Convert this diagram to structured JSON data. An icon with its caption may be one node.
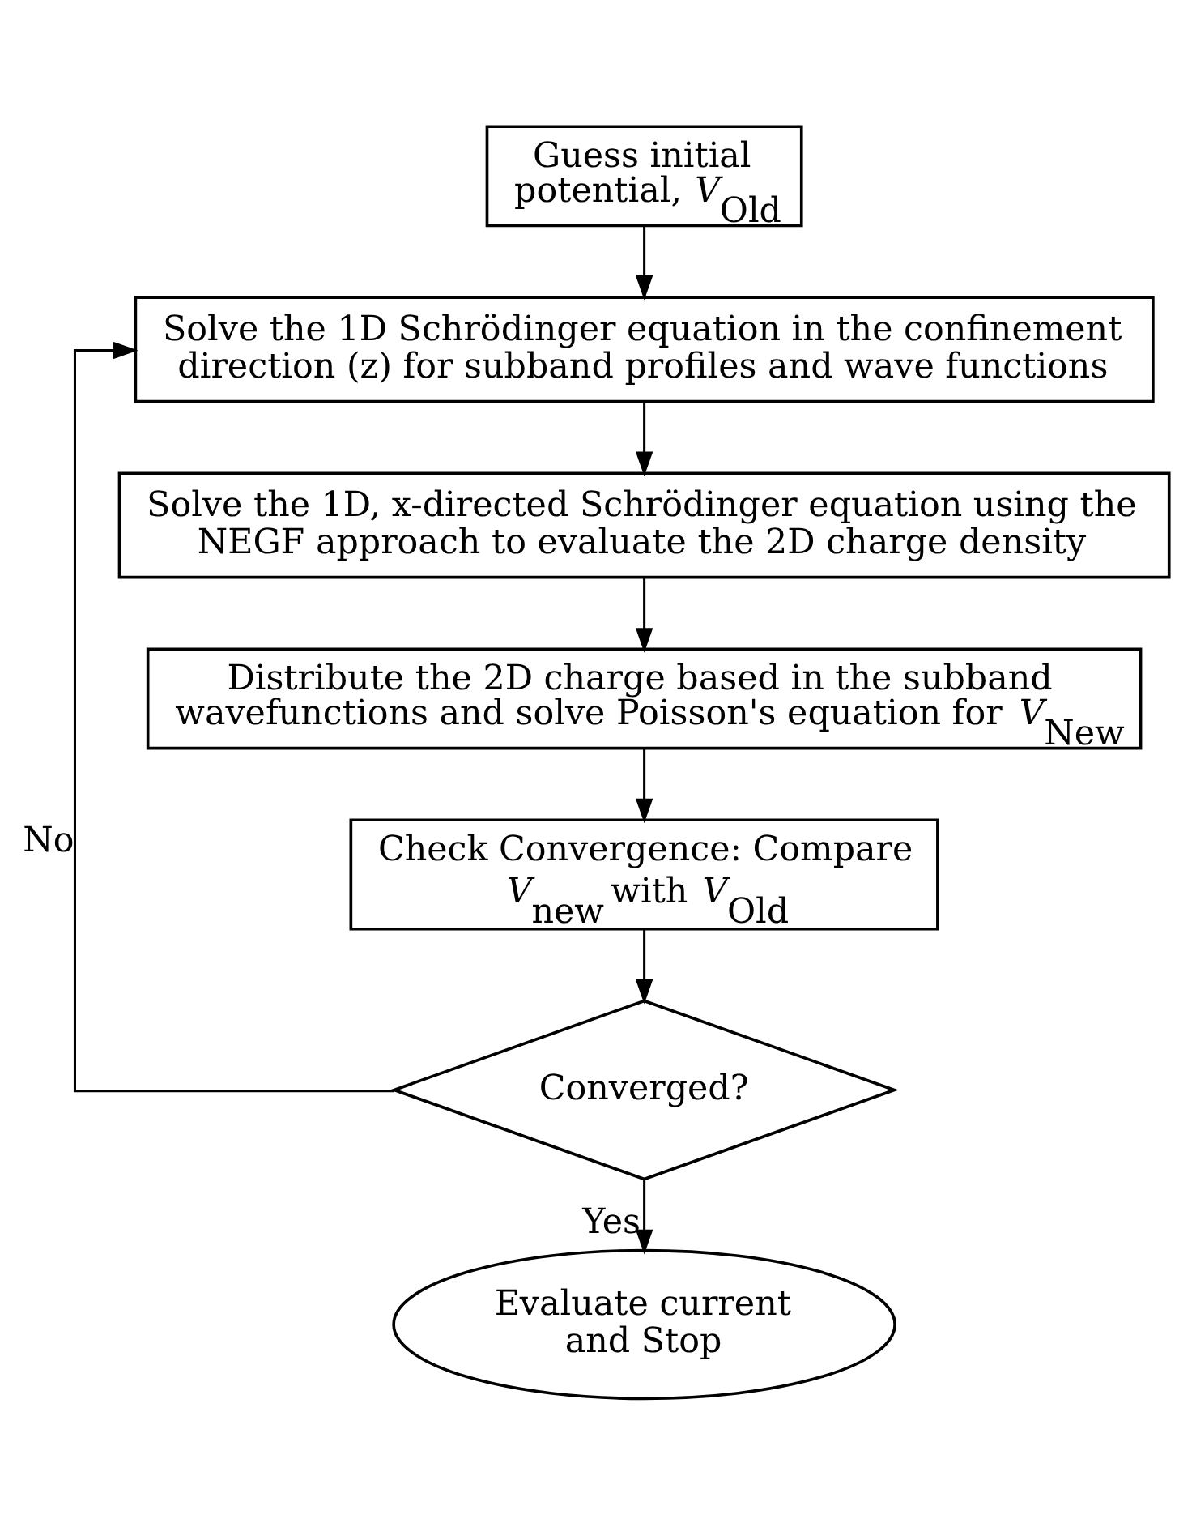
{
  "diagram": {
    "nodes": [
      {
        "text": [
          "Guess initial potential, *V*$_{Old}$"
        ]
      },
      {
        "text": [
          "Solve the 1D Schrödinger equation in the confinement direction (z) for subband profiles and wave functions"
        ]
      },
      {
        "text": [
          "Solve the 1D, x-directed Schrödinger equation using the NEGF approach to evaluate the 2D charge density"
        ]
      },
      {
        "text": [
          "Distribute the 2D charge based in the subband wavefunctions and solve Poisson's equation for *V*$_{New}$"
        ]
      },
      {
        "text": [
          "Check Convergence: Compare *V*$_{new}$ with *V*$_{Old}$"
        ]
      },
      {
        "text": [
          "Converged?"
        ]
      },
      {
        "text": [
          "Evaluate current and Stop"
        ]
      }
    ],
    "edges": [
      {
        "from": 0,
        "to": 1,
        "arrow": "to"
      },
      {
        "from": 1,
        "to": 2,
        "arrow": "to"
      },
      {
        "from": 2,
        "to": 3,
        "arrow": "to"
      },
      {
        "from": 3,
        "to": 4,
        "arrow": "to"
      },
      {
        "from": 4,
        "to": 5,
        "arrow": "to"
      },
      {
        "from": 5,
        "to": 1,
        "arrow": "to",
        "label": "No"
      },
      {
        "from": 5,
        "to": 6,
        "arrow": "to",
        "label": "Yes"
      }
    ]
  }
}
